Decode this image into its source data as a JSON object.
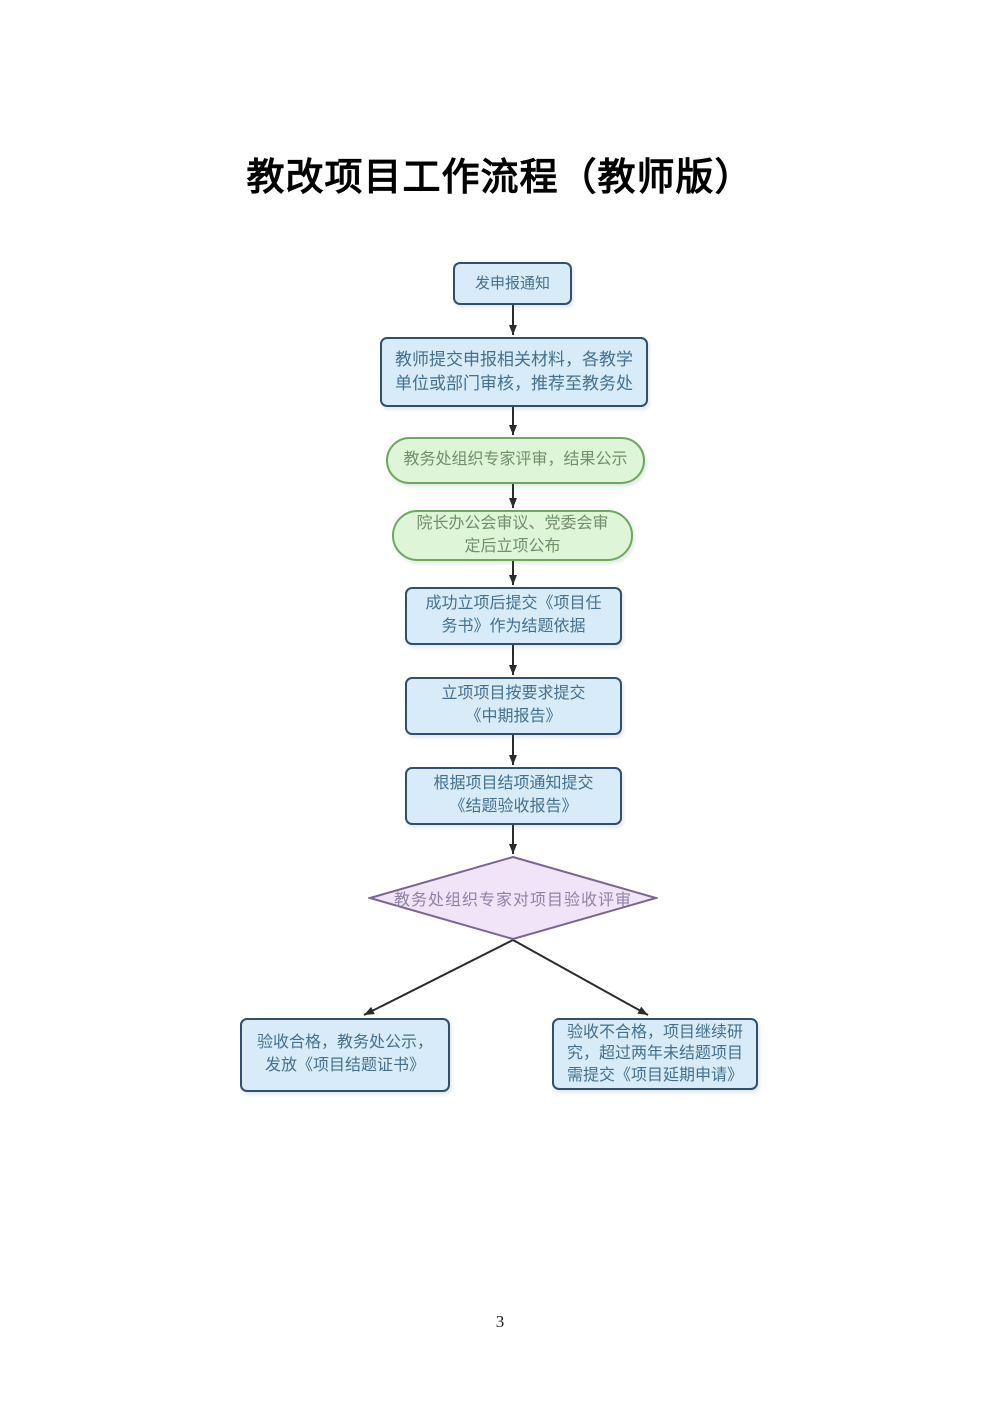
{
  "colors": {
    "title_text": "#000000",
    "blue_fill": "#D8EBF8",
    "blue_border": "#31506D",
    "blue_text": "#44708F",
    "green_fill": "#DFF5D8",
    "green_border": "#6CA95F",
    "green_text": "#6F9069",
    "purple_fill": "#F1E3F8",
    "purple_border": "#7A6590",
    "purple_text": "#8E83A4",
    "arrow": "#2B2B2B"
  },
  "page": {
    "title": "教改项目工作流程（教师版）",
    "page_number": "3"
  },
  "flowchart": {
    "nodes": [
      {
        "id": "issue-notice",
        "type": "process",
        "label": "发申报通知"
      },
      {
        "id": "submit-materials",
        "type": "process",
        "label": "教师提交申报相关材料，各教学\n单位或部门审核，推荐至教务处"
      },
      {
        "id": "expert-review",
        "type": "rounded",
        "label": "教务处组织专家评审，结果公示"
      },
      {
        "id": "approval-announce",
        "type": "rounded",
        "label": "院长办公会审议、党委会审\n定后立项公布"
      },
      {
        "id": "task-book",
        "type": "process",
        "label": "成功立项后提交《项目任\n务书》作为结题依据"
      },
      {
        "id": "midterm-report",
        "type": "process",
        "label": "立项项目按要求提交\n《中期报告》"
      },
      {
        "id": "acceptance-report",
        "type": "process",
        "label": "根据项目结项通知提交\n《结题验收报告》"
      },
      {
        "id": "acceptance-review",
        "type": "decision",
        "label": "教务处组织专家对项目验收评审"
      },
      {
        "id": "pass-result",
        "type": "process",
        "label": "验收合格，教务处公示，\n发放《项目结题证书》"
      },
      {
        "id": "fail-result",
        "type": "process",
        "label": "验收不合格，项目继续研\n究，超过两年未结题项目\n需提交《项目延期申请》"
      }
    ]
  }
}
